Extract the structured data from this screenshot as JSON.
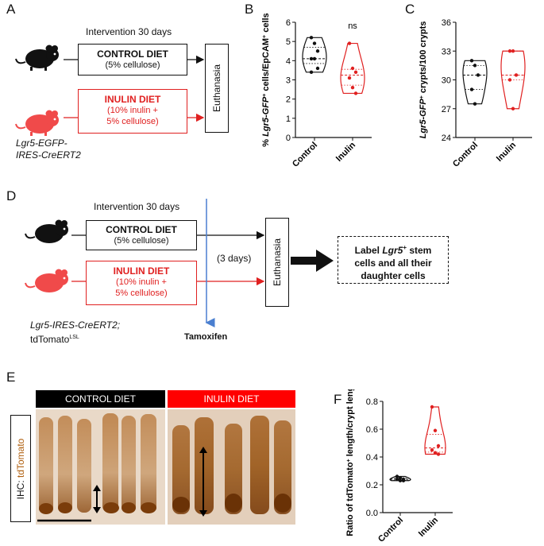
{
  "panel_letters": {
    "a": "A",
    "b": "B",
    "c": "C",
    "d": "D",
    "e": "E",
    "f": "F"
  },
  "panel_a": {
    "intervention": "Intervention 30 days",
    "control_title": "CONTROL DIET",
    "control_sub": "(5% cellulose)",
    "inulin_title": "INULIN DIET",
    "inulin_sub1": "(10% inulin +",
    "inulin_sub2": "5% cellulose)",
    "euthanasia": "Euthanasia",
    "strain_line1": "Lgr5-EGFP-",
    "strain_line2": "IRES-CreERT2"
  },
  "panel_d": {
    "intervention": "Intervention 30 days",
    "control_title": "CONTROL DIET",
    "control_sub": "(5% cellulose)",
    "inulin_title": "INULIN DIET",
    "inulin_sub1": "(10% inulin +",
    "inulin_sub2": "5% cellulose)",
    "days": "(3 days)",
    "euthanasia": "Euthanasia",
    "tamoxifen": "Tamoxifen",
    "label_line1_a": "Label ",
    "label_line1_b": "Lgr5",
    "label_line1_c": "+",
    "label_line1_d": " stem",
    "label_line2": "cells and all their",
    "label_line3": "daughter cells",
    "strain_line1": "Lgr5-IRES-CreERT2;",
    "strain_line2a": "tdTomato",
    "strain_line2b": "LSL"
  },
  "panel_e": {
    "control_header": "CONTROL DIET",
    "inulin_header": "INULIN DIET",
    "ihc_label": "IHC: ",
    "ihc_target": "tdTomato"
  },
  "colors": {
    "control": "#111111",
    "inulin": "#e02020",
    "tissue_brown": "#8a4a12",
    "tissue_bg": "#e9d9c8",
    "arrow_blue": "#4a7fd0"
  },
  "chart_data": [
    {
      "panel": "B",
      "type": "violin",
      "categories": [
        "Control",
        "Inulin"
      ],
      "ylabel_parts": [
        "% ",
        "Lgr5-GFP",
        "+",
        " cells",
        "/EpCAM",
        "+",
        " cells"
      ],
      "ylim": [
        0,
        6
      ],
      "yticks": [
        0,
        1,
        2,
        3,
        4,
        5,
        6
      ],
      "significance": "ns",
      "series": [
        {
          "values": [
            5.2,
            4.9,
            4.5,
            4.1,
            4.1,
            3.6,
            3.4
          ]
        },
        {
          "values": [
            4.9,
            3.6,
            3.4,
            3.1,
            2.6,
            2.3
          ]
        }
      ]
    },
    {
      "panel": "C",
      "type": "violin",
      "categories": [
        "Control",
        "Inulin"
      ],
      "ylabel_parts": [
        "Lgr5-GFP",
        "+",
        " crypts/100 crypts"
      ],
      "ylim": [
        24,
        36
      ],
      "yticks": [
        24,
        27,
        30,
        33,
        36
      ],
      "series": [
        {
          "values": [
            32.0,
            31.5,
            30.5,
            29.0,
            27.5
          ]
        },
        {
          "values": [
            33.0,
            33.0,
            30.5,
            30.0,
            27.0
          ]
        }
      ]
    },
    {
      "panel": "F",
      "type": "violin",
      "categories": [
        "Control",
        "Inulin"
      ],
      "ylabel_parts": [
        "Ratio of tdTomato",
        "+",
        " length",
        "/crypt length"
      ],
      "ylim": [
        0.0,
        0.8
      ],
      "yticks": [
        0.0,
        0.2,
        0.4,
        0.6,
        0.8
      ],
      "series": [
        {
          "values": [
            0.26,
            0.25,
            0.24,
            0.24,
            0.23,
            0.23
          ]
        },
        {
          "values": [
            0.76,
            0.59,
            0.48,
            0.45,
            0.43,
            0.42
          ]
        }
      ]
    }
  ]
}
